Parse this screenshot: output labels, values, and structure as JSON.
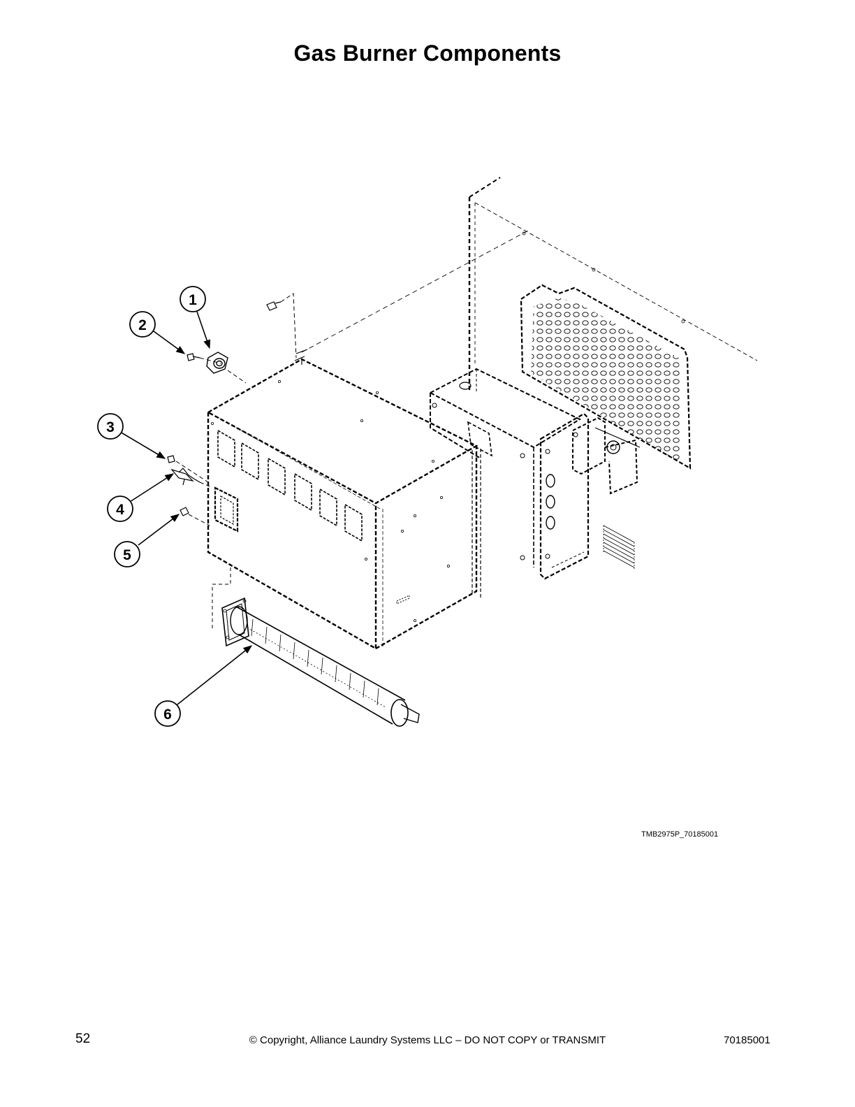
{
  "title": "Gas Burner Components",
  "callouts": [
    {
      "id": "1",
      "label": "1"
    },
    {
      "id": "2",
      "label": "2"
    },
    {
      "id": "3",
      "label": "3"
    },
    {
      "id": "4",
      "label": "4"
    },
    {
      "id": "5",
      "label": "5"
    },
    {
      "id": "6",
      "label": "6"
    }
  ],
  "figure_id": "TMB2975P_70185001",
  "footer": {
    "page_number": "52",
    "copyright": "© Copyright, Alliance Laundry Systems LLC – DO NOT COPY or TRANSMIT",
    "document_number": "70185001"
  }
}
